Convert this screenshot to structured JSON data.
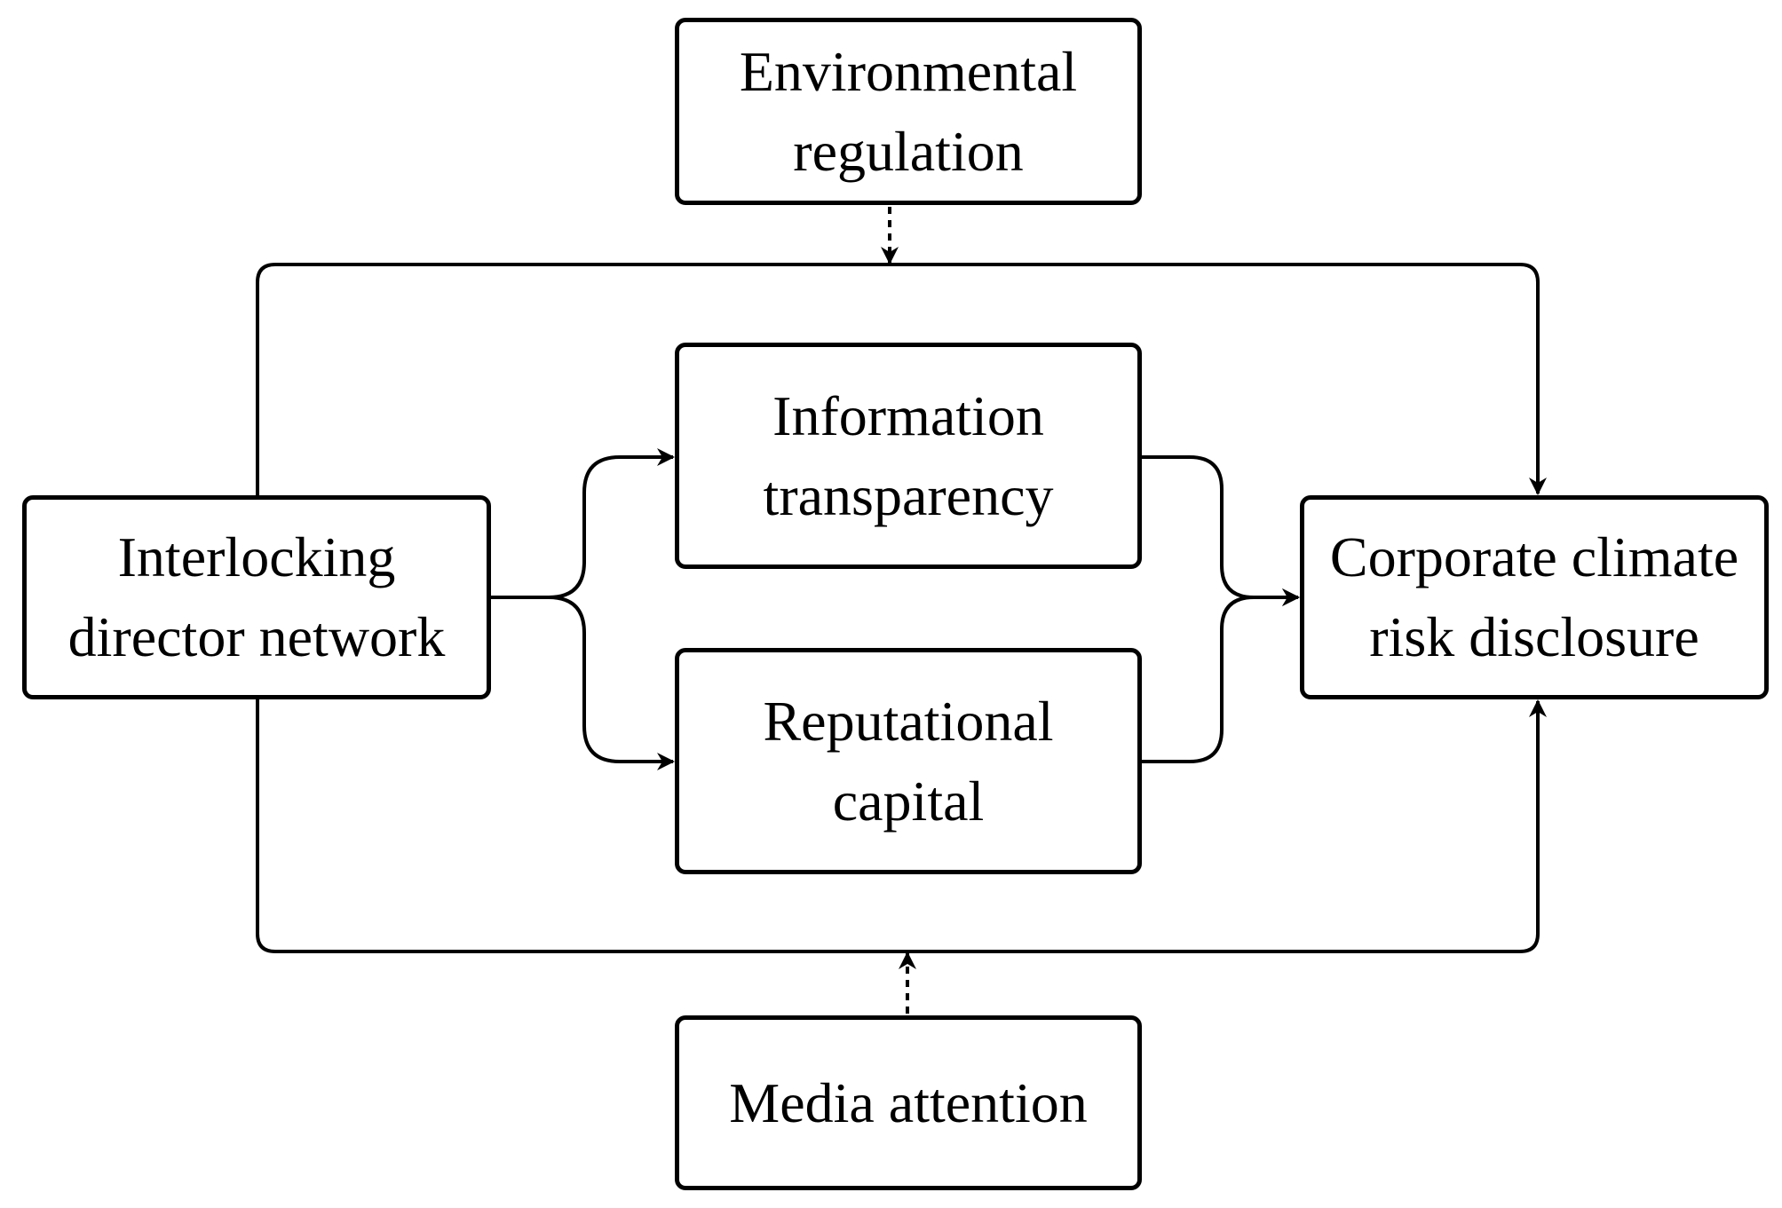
{
  "nodes": {
    "environmental_regulation": "Environmental\nregulation",
    "information_transparency": "Information\ntransparency",
    "reputational_capital": "Reputational\ncapital",
    "media_attention": "Media attention",
    "interlocking_director_network": "Interlocking\ndirector network",
    "corporate_climate_risk_disclosure": "Corporate climate\nrisk disclosure"
  },
  "edges": [
    {
      "from": "Interlocking director network",
      "to": "Information transparency",
      "style": "solid"
    },
    {
      "from": "Interlocking director network",
      "to": "Reputational capital",
      "style": "solid"
    },
    {
      "from": "Information transparency",
      "to": "Corporate climate risk disclosure",
      "style": "solid"
    },
    {
      "from": "Reputational capital",
      "to": "Corporate climate risk disclosure",
      "style": "solid"
    },
    {
      "from": "Interlocking director network",
      "to": "Corporate climate risk disclosure",
      "style": "solid",
      "route": "over top"
    },
    {
      "from": "Interlocking director network",
      "to": "Corporate climate risk disclosure",
      "style": "solid",
      "route": "under bottom"
    },
    {
      "from": "Environmental regulation",
      "to": "top path",
      "style": "dashed"
    },
    {
      "from": "Media attention",
      "to": "bottom path",
      "style": "dashed"
    }
  ],
  "colors": {
    "line": "#000000",
    "background": "#ffffff"
  }
}
